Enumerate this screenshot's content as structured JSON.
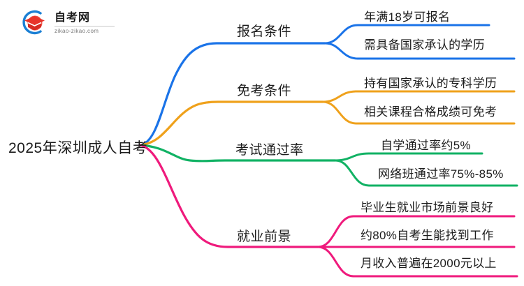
{
  "logo": {
    "mark_name": "graduation-cap-logo",
    "title": "自考网",
    "domain": "zikao-zikao.com",
    "arc_color": "#1a7fd4",
    "cap_color": "#e8342a"
  },
  "mindmap": {
    "root": {
      "label": "2025年深圳成人自考"
    },
    "branches": [
      {
        "label": "报名条件",
        "color": "#1a73e8",
        "children": [
          {
            "label": "年满18岁可报名"
          },
          {
            "label": "需具备国家承认的学历"
          }
        ]
      },
      {
        "label": "免考条件",
        "color": "#efa11b",
        "children": [
          {
            "label": "持有国家承认的专科学历"
          },
          {
            "label": "相关课程合格成绩可免考"
          }
        ]
      },
      {
        "label": "考试通过率",
        "color": "#11b264",
        "children": [
          {
            "label": "自学通过率约5%"
          },
          {
            "label": "网络班通过率75%-85%"
          }
        ]
      },
      {
        "label": "就业前景",
        "color": "#ef1a7c",
        "children": [
          {
            "label": "毕业生就业市场前景良好"
          },
          {
            "label": "约80%自考生能找到工作"
          },
          {
            "label": "月收入普遍在2000元以上"
          }
        ]
      }
    ]
  }
}
